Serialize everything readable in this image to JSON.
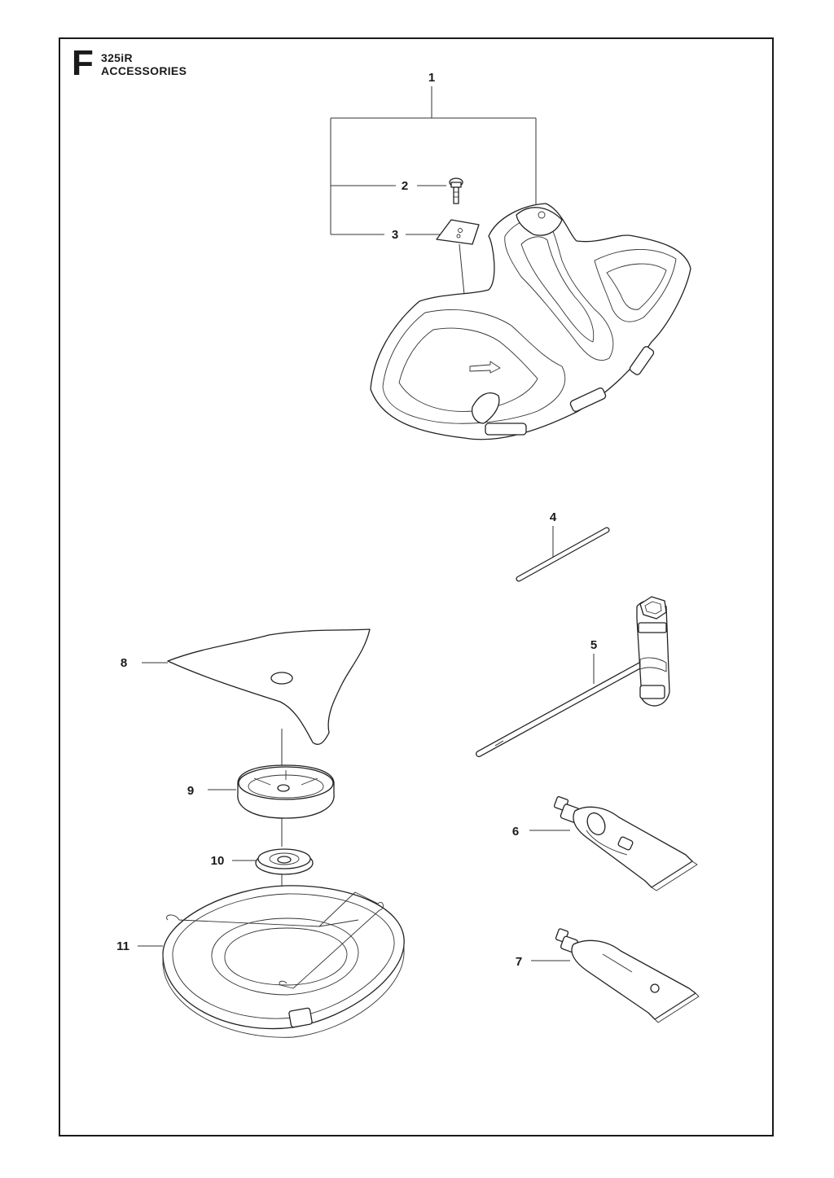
{
  "header": {
    "section_letter": "F",
    "model": "325iR",
    "category": "ACCESSORIES"
  },
  "callouts": [
    {
      "id": "1",
      "label": "1"
    },
    {
      "id": "2",
      "label": "2"
    },
    {
      "id": "3",
      "label": "3"
    },
    {
      "id": "4",
      "label": "4"
    },
    {
      "id": "5",
      "label": "5"
    },
    {
      "id": "6",
      "label": "6"
    },
    {
      "id": "7",
      "label": "7"
    },
    {
      "id": "8",
      "label": "8"
    },
    {
      "id": "9",
      "label": "9"
    },
    {
      "id": "10",
      "label": "10"
    },
    {
      "id": "11",
      "label": "11"
    }
  ],
  "parts": {
    "p1": "guard-assembly",
    "p2": "screw",
    "p3": "plate",
    "p4": "pin",
    "p5": "combination-wrench",
    "p6": "grease-tube",
    "p7": "grease-tube",
    "p8": "three-tooth-blade",
    "p9": "support-cup",
    "p10": "flange-washer",
    "p11": "transport-guard"
  }
}
